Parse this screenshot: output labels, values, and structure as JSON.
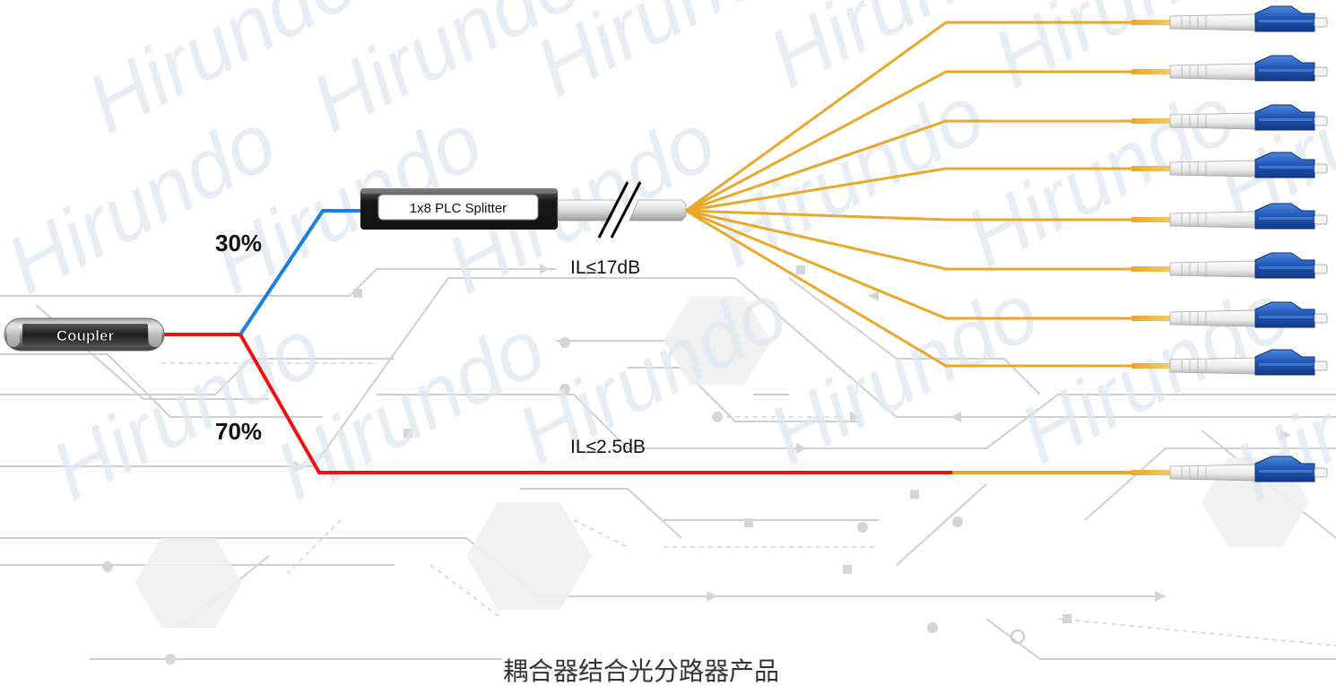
{
  "labels": {
    "coupler": "Coupler",
    "splitter": "1x8 PLC Splitter",
    "ratio_top": "30%",
    "ratio_bottom": "70%",
    "il_splitter": "IL≤17dB",
    "il_direct": "IL≤2.5dB",
    "caption": "耦合器结合光分路器产品",
    "watermark": "Hirundo"
  },
  "connectors": {
    "splitter_outputs": 8,
    "direct_outputs": 1,
    "type": "LC"
  },
  "colors": {
    "fiber_input": "#ee1111",
    "fiber_30": "#1a7fe0",
    "fiber_70": "#ee1111",
    "fiber_output": "#e8a82c",
    "connector_body": "#1f55b5",
    "connector_boot": "#f2f2f2",
    "splitter_body": "#1c1c1c",
    "background_circuit": "#c9c9c9",
    "watermark": "#dde8f2"
  }
}
